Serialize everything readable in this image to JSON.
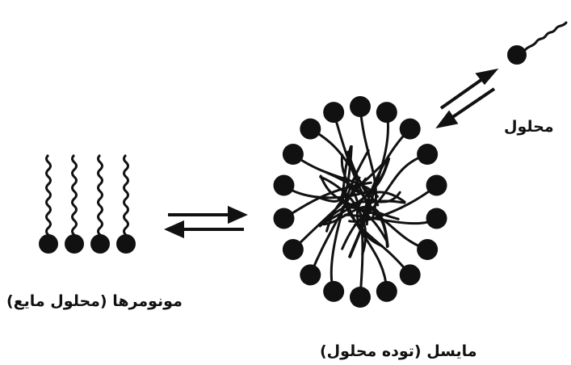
{
  "labels": {
    "solution": "محلول",
    "monomers": "مونومرها (محلول مایع)",
    "micelle": "مایسل (توده محلول)"
  },
  "colors": {
    "ink": "#111111",
    "background": "#ffffff"
  },
  "diagram": {
    "monomer_count": 4,
    "micelle_head_count": 18,
    "equilibria": [
      "monomers-micelle",
      "micelle-solution"
    ]
  }
}
